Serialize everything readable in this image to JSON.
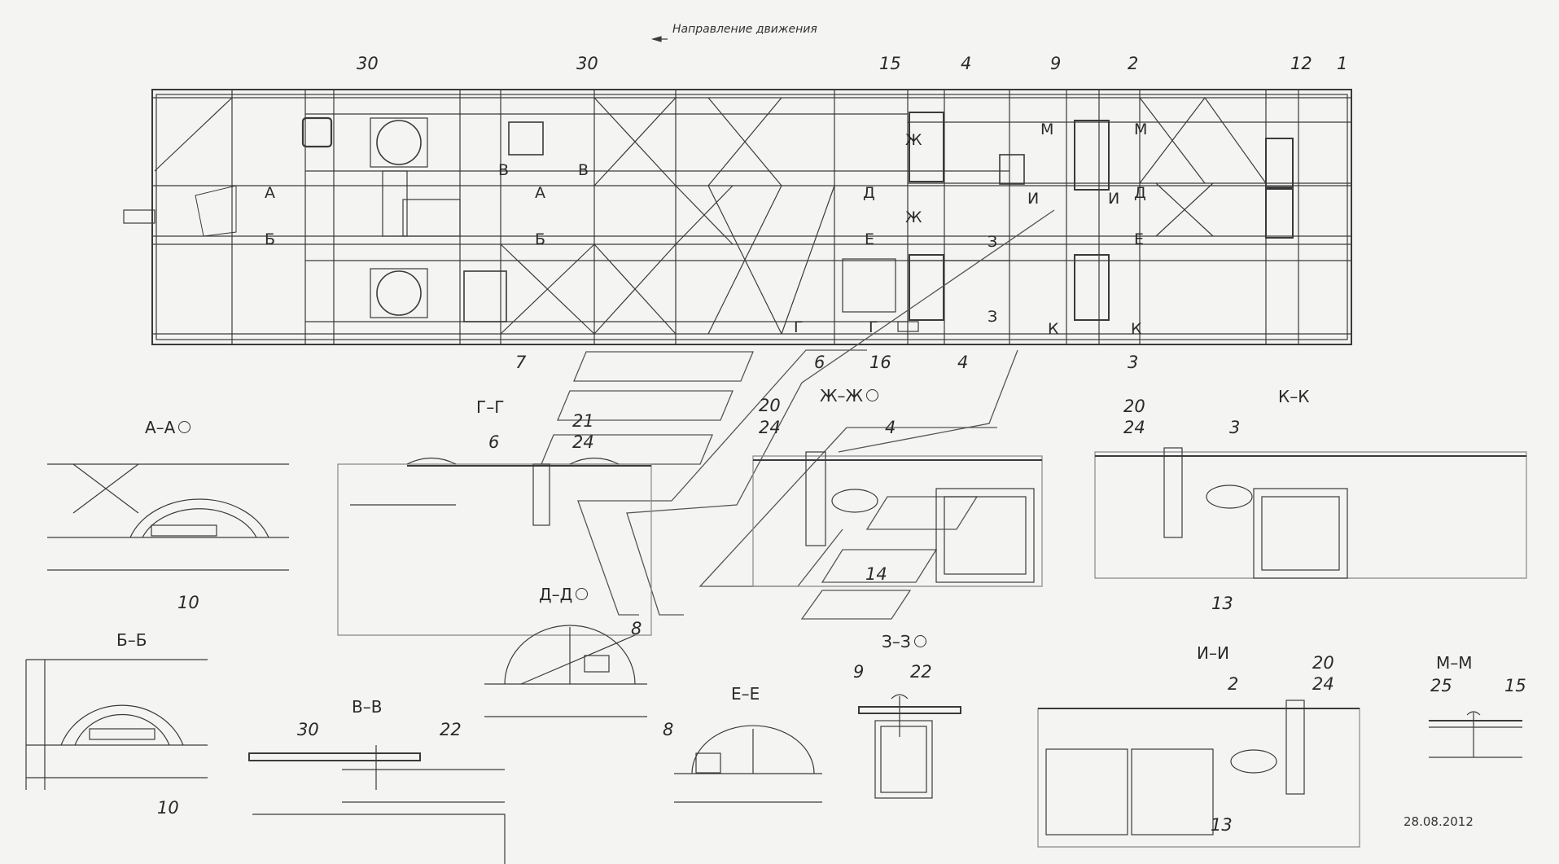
{
  "header": {
    "direction_label": "Направление движения"
  },
  "date": "28.08.2012",
  "plan_callouts": [
    "30",
    "30",
    "15",
    "4",
    "9",
    "2",
    "12",
    "1",
    "7",
    "6",
    "16",
    "4",
    "3"
  ],
  "plan_markers": [
    "А",
    "Б",
    "В",
    "В",
    "А",
    "Б",
    "Ж",
    "Д",
    "Ж",
    "Е",
    "Д",
    "Е",
    "И",
    "И",
    "М",
    "М",
    "З",
    "З",
    "Г",
    "Г",
    "К",
    "К"
  ],
  "sections": {
    "aa": {
      "title": "А–А",
      "callouts": [
        "10"
      ]
    },
    "bb": {
      "title": "Б–Б",
      "callouts": [
        "10"
      ]
    },
    "vv": {
      "title": "В–В",
      "callouts": [
        "30",
        "22"
      ]
    },
    "gg": {
      "title": "Г–Г",
      "callouts": [
        "6",
        "21",
        "24"
      ]
    },
    "dd": {
      "title": "Д–Д",
      "callouts": [
        "8"
      ]
    },
    "ee": {
      "title": "Е–Е",
      "callouts": [
        "8"
      ]
    },
    "zhzh": {
      "title": "Ж–Ж",
      "callouts": [
        "20",
        "24",
        "4",
        "14"
      ]
    },
    "zz": {
      "title": "З–З",
      "callouts": [
        "9",
        "22"
      ]
    },
    "ii": {
      "title": "И–И",
      "callouts": [
        "2",
        "20",
        "24",
        "13"
      ]
    },
    "kk": {
      "title": "К–К",
      "callouts": [
        "20",
        "24",
        "3",
        "13"
      ]
    },
    "mm": {
      "title": "М–М",
      "callouts": [
        "25",
        "15"
      ]
    }
  },
  "colors": {
    "line": "#3a3a3a",
    "paper": "#f4f5f3",
    "hatch": "#9a9a9a"
  }
}
